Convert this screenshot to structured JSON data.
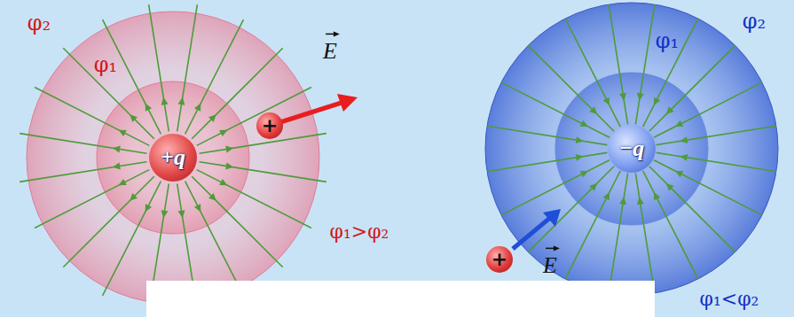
{
  "diagram": {
    "nodes": [
      {
        "text": [
          "+q"
        ]
      },
      {
        "text": [
          "+"
        ]
      },
      {
        "text": [
          "−q"
        ]
      },
      {
        "text": [
          "+"
        ]
      }
    ],
    "labels": [
      "φ₂",
      "φ₁",
      "E",
      "φ₁>φ₂",
      "φ₂",
      "φ₁",
      "E",
      "φ₁<φ₂"
    ]
  }
}
